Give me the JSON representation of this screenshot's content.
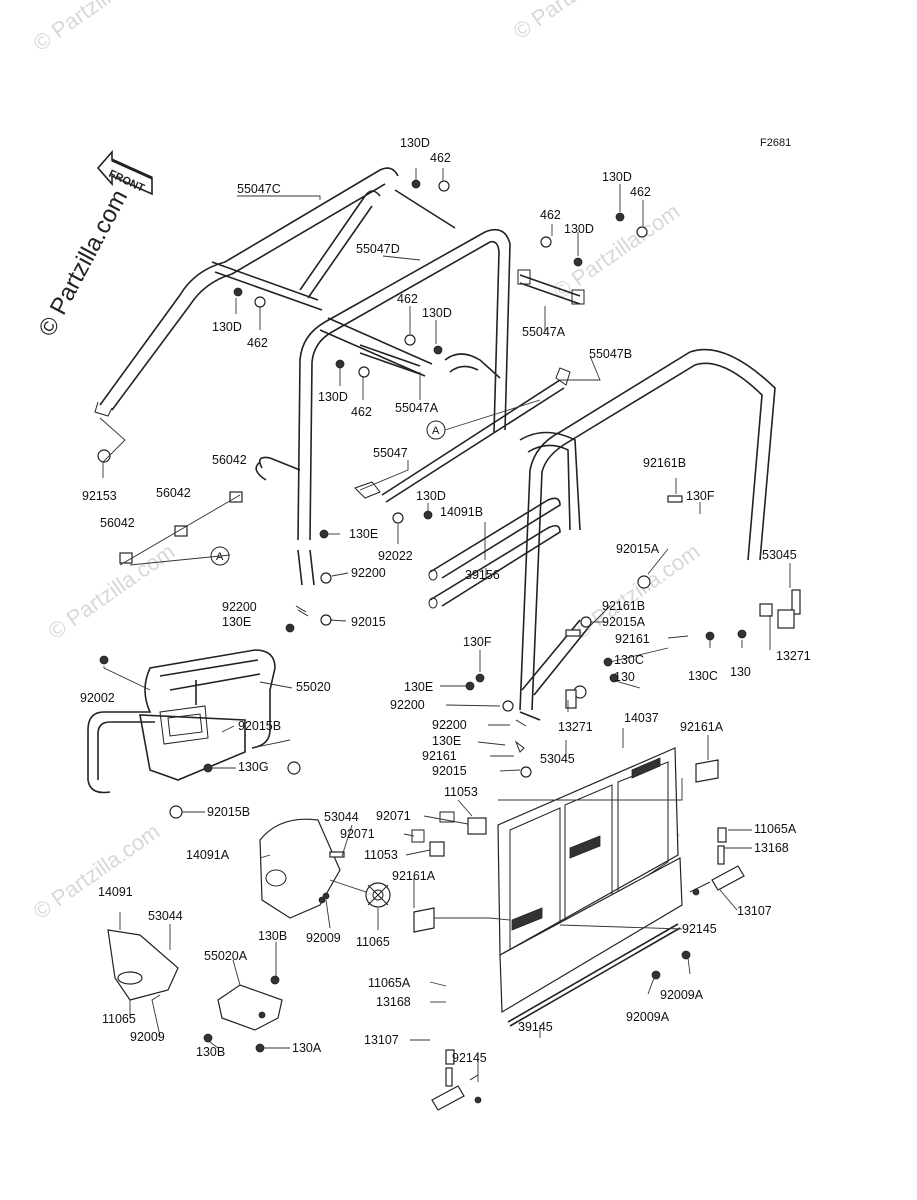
{
  "figure_code": "F2681",
  "front_arrow_label": "FRONT",
  "copyright_watermark": "© Partzilla.com",
  "labels": {
    "p55047C": "55047C",
    "p130D_a": "130D",
    "p462_a": "462",
    "p130D_b": "130D",
    "p462_b": "462",
    "p462_c": "462",
    "p130D_c": "130D",
    "p55047D": "55047D",
    "p462_d": "462",
    "p130D_d": "130D",
    "p130D_e": "130D",
    "p462_e": "462",
    "p55047A_a": "55047A",
    "p130D_f": "130D",
    "p462_f": "462",
    "p55047A_b": "55047A",
    "p55047B": "55047B",
    "p55047": "55047",
    "p92153": "92153",
    "p56042_a": "56042",
    "p56042_b": "56042",
    "p56042_c": "56042",
    "p130D_g": "130D",
    "p14091B": "14091B",
    "p92022": "92022",
    "p130E_a": "130E",
    "p92200_a": "92200",
    "p39156": "39156",
    "p92161B_a": "92161B",
    "p130F_a": "130F",
    "p92015A_a": "92015A",
    "p53045_a": "53045",
    "p92200_b": "92200",
    "p130E_b": "130E",
    "p92015_a": "92015",
    "p92161B_b": "92161B",
    "p92015A_b": "92015A",
    "p92161": "92161",
    "p130C_a": "130C",
    "p130_a": "130",
    "p13271_a": "13271",
    "p130F_b": "130F",
    "p130C_b": "130C",
    "p130_b": "130",
    "p92002": "92002",
    "p55020": "55020",
    "p130E_c": "130E",
    "p92200_c": "92200",
    "p13271_b": "13271",
    "p92015B_a": "92015B",
    "p92200_d": "92200",
    "p130E_d": "130E",
    "p92161_b": "92161",
    "p53045_b": "53045",
    "p14037": "14037",
    "p92161A_a": "92161A",
    "p130G": "130G",
    "p92015_b": "92015",
    "p92015B_b": "92015B",
    "p53044_a": "53044",
    "p92071_a": "92071",
    "p11053_a": "11053",
    "p92071_b": "92071",
    "p11065A_a": "11065A",
    "p14091A": "14091A",
    "p11053_b": "11053",
    "p13168_a": "13168",
    "p92161A_b": "92161A",
    "p14091": "14091",
    "p53044_b": "53044",
    "p130B_a": "130B",
    "p92009_a": "92009",
    "p11065_a": "11065",
    "p13107_a": "13107",
    "p92145_a": "92145",
    "p55020A": "55020A",
    "p92009A_a": "92009A",
    "p11065A_b": "11065A",
    "p13168_b": "13168",
    "p11065_b": "11065",
    "p92009_b": "92009",
    "p39145": "39145",
    "p92009A_b": "92009A",
    "p130B_b": "130B",
    "p130A": "130A",
    "p13107_b": "13107",
    "p92145_b": "92145",
    "ref_A_1": "A",
    "ref_A_2": "A"
  }
}
